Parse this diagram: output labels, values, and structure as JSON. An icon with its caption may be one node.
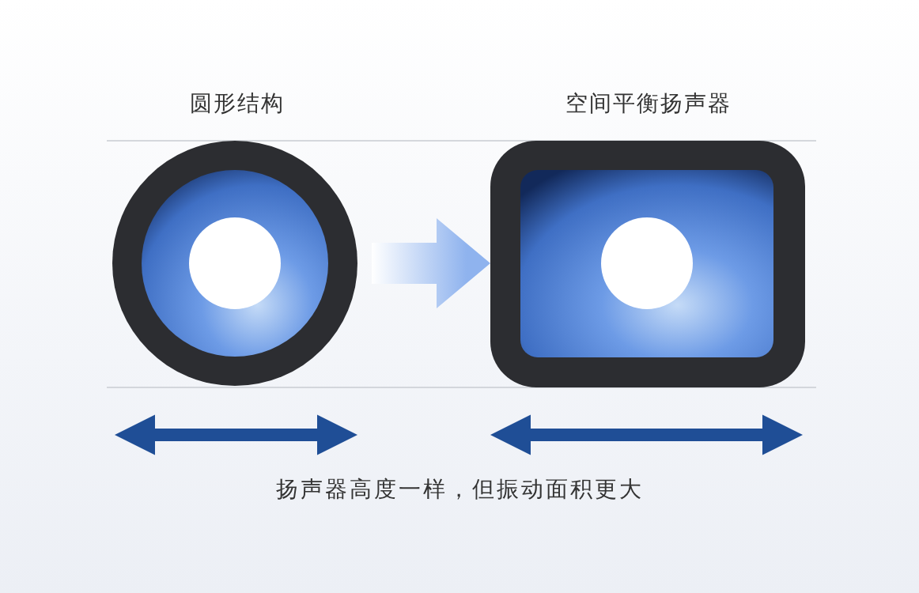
{
  "diagram": {
    "caption": "扬声器高度一样，但振动面积更大",
    "nodes": [
      {
        "text": [
          "圆形结构"
        ]
      },
      {
        "text": [
          "空间平衡扬声器"
        ]
      }
    ],
    "edges": [
      {
        "from": 0,
        "to": 1,
        "arrow": "to"
      }
    ]
  }
}
